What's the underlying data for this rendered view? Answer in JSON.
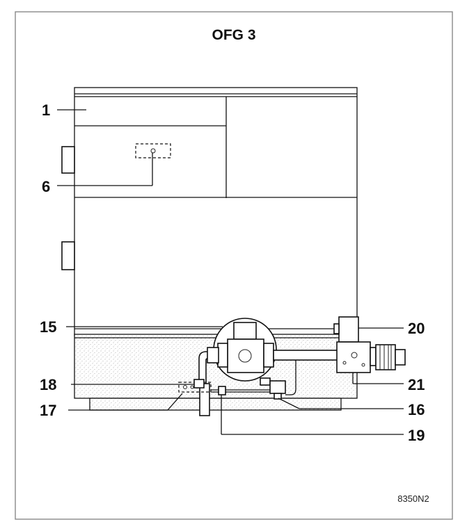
{
  "figure": {
    "title": "OFG 3",
    "code": "8350N2"
  },
  "callouts": [
    {
      "id": "1",
      "label": "1"
    },
    {
      "id": "6",
      "label": "6"
    },
    {
      "id": "15",
      "label": "15"
    },
    {
      "id": "16",
      "label": "16"
    },
    {
      "id": "17",
      "label": "17"
    },
    {
      "id": "18",
      "label": "18"
    },
    {
      "id": "19",
      "label": "19"
    },
    {
      "id": "20",
      "label": "20"
    },
    {
      "id": "21",
      "label": "21"
    }
  ],
  "colors": {
    "line": "#111111",
    "stipple": "#9a9a9a",
    "frame": "#888888",
    "background": "#ffffff"
  }
}
